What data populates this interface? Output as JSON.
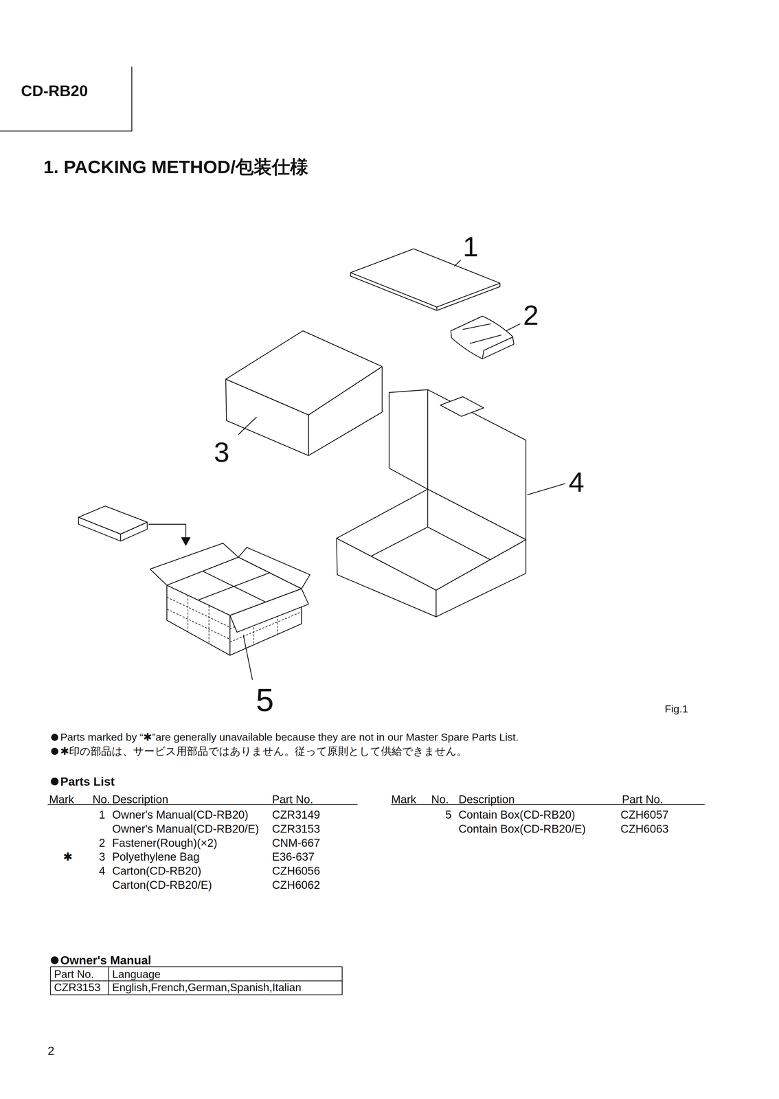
{
  "diagram": {
    "title": "1. PACKING METHOD/包装仕様",
    "caption": "Fig.1",
    "labels": [
      "CD-RB20",
      "1",
      "2",
      "3",
      "4",
      "5",
      "Parts marked by “✱”are generally unavailable because they are not in our Master Spare Parts List.",
      "✱印の部品は、サービス用部品ではありません。従って原則として供給できません。",
      "Parts List",
      "Mark",
      "No.",
      "Description",
      "Part No.",
      "Mark",
      "No.",
      "Description",
      "Part No.",
      "1",
      "Owner's Manual(CD-RB20)",
      "CZR3149",
      "Owner's Manual(CD-RB20/E)",
      "CZR3153",
      "2",
      "Fastener(Rough)(×2)",
      "CNM-667",
      "✱",
      "3",
      "Polyethylene Bag",
      "E36-637",
      "4",
      "Carton(CD-RB20)",
      "CZH6056",
      "Carton(CD-RB20/E)",
      "CZH6062",
      "5",
      "Contain Box(CD-RB20)",
      "CZH6057",
      "Contain Box(CD-RB20/E)",
      "CZH6063",
      "Owner's Manual",
      "Part No.",
      "Language",
      "CZR3153",
      "English,French,German,Spanish,Italian",
      "2"
    ]
  }
}
